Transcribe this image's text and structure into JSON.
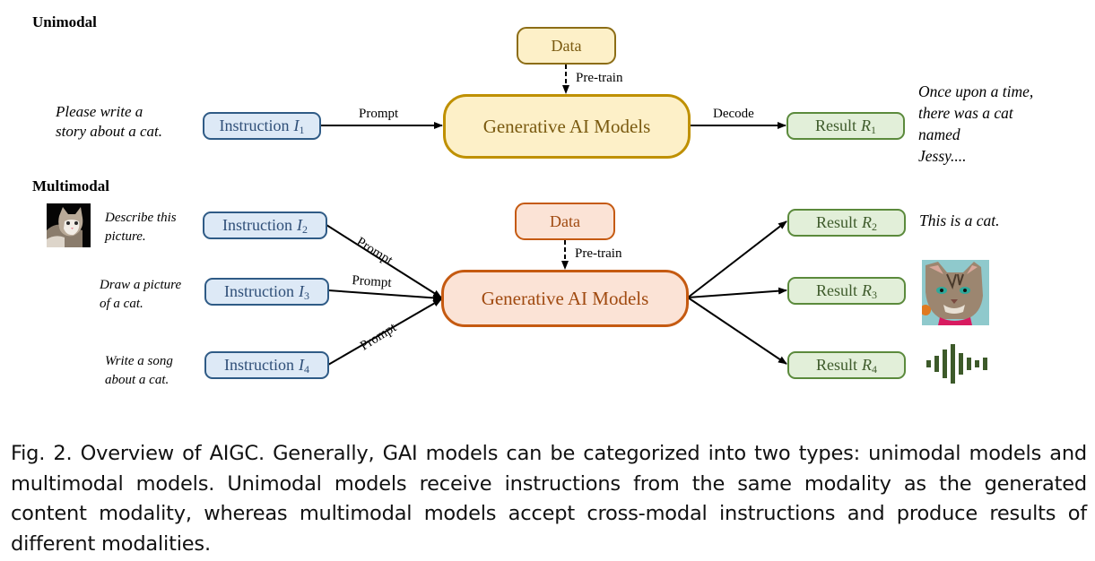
{
  "unimodal": {
    "title": "Unimodal",
    "input_text": [
      "Please write a",
      "story about a cat."
    ],
    "instruction": {
      "label": "Instruction",
      "var": "I",
      "sub": "1"
    },
    "prompt_label": "Prompt",
    "data_label": "Data",
    "pretrain_label": "Pre-train",
    "model_label": "Generative AI Models",
    "decode_label": "Decode",
    "result": {
      "label": "Result",
      "var": "R",
      "sub": "1"
    },
    "output_text": [
      "Once upon a time,",
      "there was a cat",
      "named",
      "Jessy...."
    ],
    "colors": {
      "model_fill": "#fdf0c8",
      "model_border": "#bf9000"
    }
  },
  "multimodal": {
    "title": "Multimodal",
    "inputs": [
      {
        "text": [
          "Describe this",
          "picture."
        ],
        "has_image": true,
        "image": "cat-photo",
        "instruction": {
          "label": "Instruction",
          "var": "I",
          "sub": "2"
        }
      },
      {
        "text": [
          "Draw a picture",
          "of a cat."
        ],
        "has_image": false,
        "instruction": {
          "label": "Instruction",
          "var": "I",
          "sub": "3"
        }
      },
      {
        "text": [
          "Write a song",
          "about a cat."
        ],
        "has_image": false,
        "instruction": {
          "label": "Instruction",
          "var": "I",
          "sub": "4"
        }
      }
    ],
    "prompt_labels": [
      "Prompt",
      "Prompt",
      "Prompt"
    ],
    "data_label": "Data",
    "pretrain_label": "Pre-train",
    "model_label": "Generative AI Models",
    "results": [
      {
        "label": "Result",
        "var": "R",
        "sub": "2",
        "output": "This is a cat.",
        "output_type": "text"
      },
      {
        "label": "Result",
        "var": "R",
        "sub": "3",
        "output": "generated-cat-image",
        "output_type": "image"
      },
      {
        "label": "Result",
        "var": "R",
        "sub": "4",
        "output": "audio-waveform-icon",
        "output_type": "audio"
      }
    ],
    "colors": {
      "model_fill": "#fbe3d6",
      "model_border": "#c55a11"
    }
  },
  "caption": "Fig. 2.  Overview of AIGC. Generally, GAI models can be categorized into two types: unimodal models and multimodal models. Unimodal models receive instructions from the same modality as the generated content modality, whereas multimodal models accept cross-modal instructions and produce results of different modalities."
}
